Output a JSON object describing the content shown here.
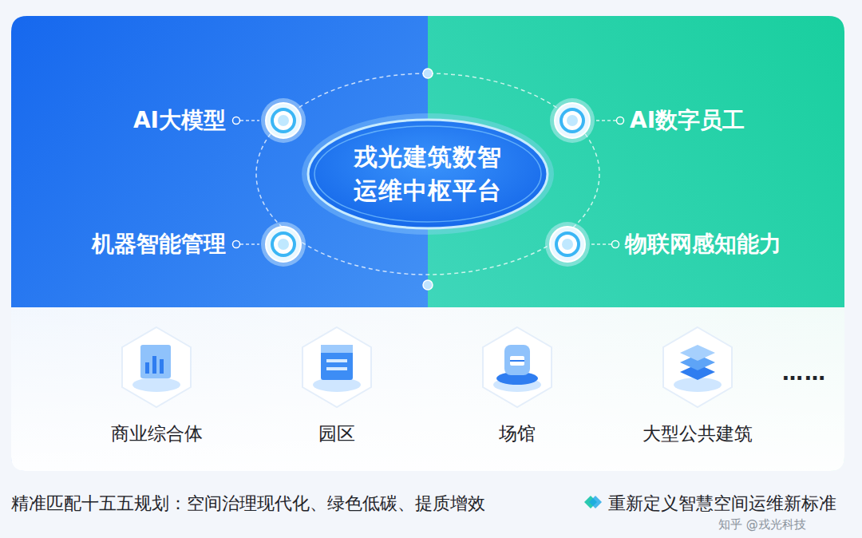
{
  "diagram": {
    "nodes": [
      {
        "text": [
          "戎光建筑数智运维中枢平台"
        ]
      },
      {
        "text": [
          "AI大模型"
        ]
      },
      {
        "text": [
          "AI数字员工"
        ]
      },
      {
        "text": [
          "机器智能管理"
        ]
      },
      {
        "text": [
          "物联网感知能力"
        ]
      },
      {
        "text": [
          "商业综合体"
        ]
      },
      {
        "text": [
          "园区"
        ]
      },
      {
        "text": [
          "场馆"
        ]
      },
      {
        "text": [
          "大型公共建筑"
        ]
      }
    ],
    "labels": [
      "……",
      "精准匹配十五五规划：空间治理现代化、绿色低碳、提质增效",
      "重新定义智慧空间运维新标准",
      "知乎 @戎光科技"
    ]
  }
}
